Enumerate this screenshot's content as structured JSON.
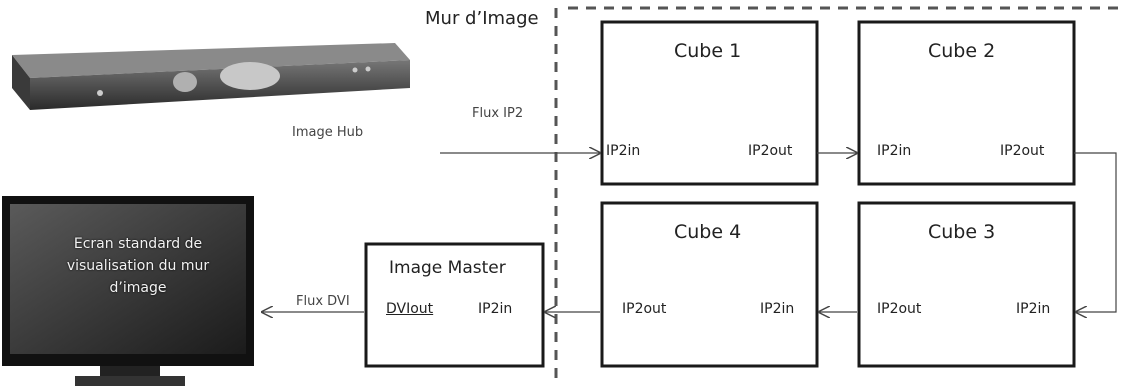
{
  "wall_title": "Mur d’Image",
  "image_hub": {
    "label": "Image Hub",
    "flow_label": "Flux IP2"
  },
  "cubes": [
    {
      "name": "Cube 1",
      "in": "IP2in",
      "out": "IP2out"
    },
    {
      "name": "Cube 2",
      "in": "IP2in",
      "out": "IP2out"
    },
    {
      "name": "Cube 3",
      "in": "IP2in",
      "out": "IP2out"
    },
    {
      "name": "Cube 4",
      "in": "IP2in",
      "out": "IP2out"
    }
  ],
  "image_master": {
    "title": "Image Master",
    "out": "DVIout",
    "in": "IP2in",
    "flow_label": "Flux DVI"
  },
  "screen": {
    "lines": [
      "Ecran standard de",
      "visualisation du mur",
      "d’image"
    ]
  },
  "colors": {
    "line": "#222222",
    "box_border": "#1a1a1a",
    "screen": "#2b2b2b"
  }
}
